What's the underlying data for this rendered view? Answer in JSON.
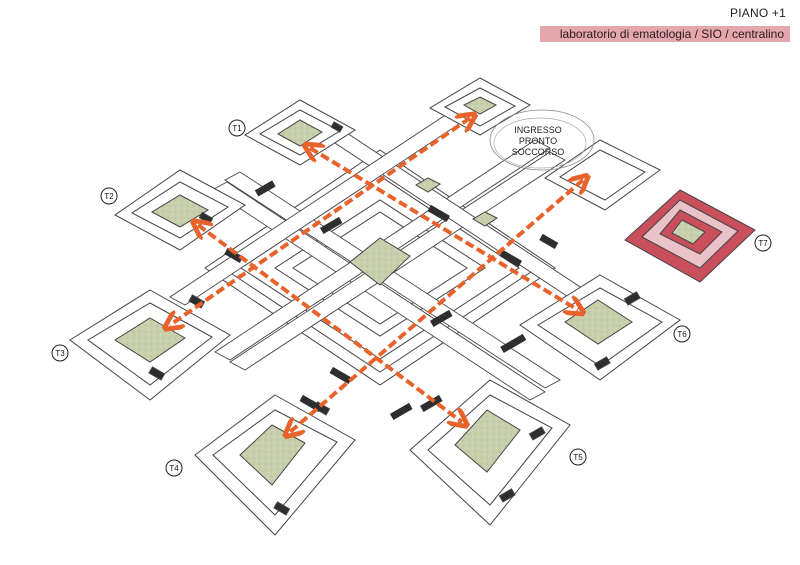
{
  "floor": {
    "title": "PIANO +1",
    "subtitle": "laboratorio di ematologia / SIO / centralino",
    "highlight_color": "#c94f5c",
    "banner_color": "#e3a7ad"
  },
  "entrance": {
    "lines": [
      "INGRESSO",
      "PRONTO",
      "SOCCORSO"
    ]
  },
  "towers": [
    {
      "id": "T1",
      "label": "T1"
    },
    {
      "id": "T2",
      "label": "T2"
    },
    {
      "id": "T3",
      "label": "T3"
    },
    {
      "id": "T4",
      "label": "T4"
    },
    {
      "id": "T5",
      "label": "T5"
    },
    {
      "id": "T6",
      "label": "T6"
    },
    {
      "id": "T7",
      "label": "T7",
      "highlighted": true
    }
  ],
  "colors": {
    "route": "#e8622c",
    "courtyard": "#c9cfae",
    "slab": "#2e2e2e",
    "outline": "#444444"
  }
}
